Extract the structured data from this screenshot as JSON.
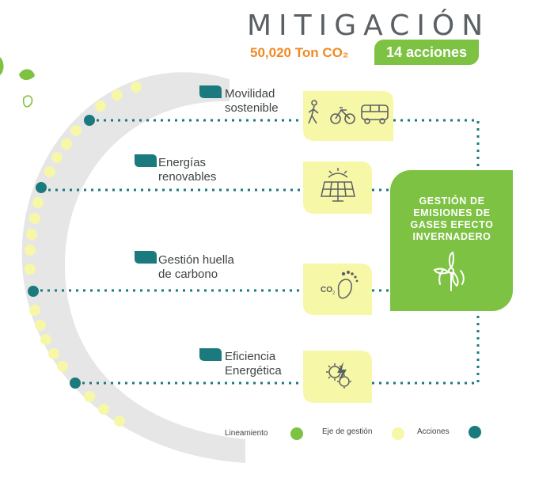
{
  "title": "MITIGACIÓN",
  "emissions": "50,020 Ton CO₂",
  "actions_count": "14 acciones",
  "lines": [
    {
      "l1": "Movilidad",
      "l2": "sostenible",
      "icon": "mobility-icons"
    },
    {
      "l1": "Energías",
      "l2": "renovables",
      "icon": "solar-panel-icon"
    },
    {
      "l1": "Gestión huella",
      "l2": "de carbono",
      "icon": "co2-footprint-icon"
    },
    {
      "l1": "Eficiencia",
      "l2": "Energética",
      "icon": "energy-gear-icon"
    }
  ],
  "gestion": {
    "title": "GESTIÓN DE EMISIONES DE GASES EFECTO INVERNADERO",
    "icon": "wind-turbine-icon"
  },
  "legend": [
    {
      "label": "Lineamiento",
      "color": "#7dc243"
    },
    {
      "label": "Eje de gestión",
      "color": "#f7f7a8"
    },
    {
      "label": "Acciones",
      "color": "#1b7a7e"
    }
  ],
  "colors": {
    "green": "#7dc243",
    "yellow": "#f7f7a8",
    "teal": "#1b7a7e",
    "orange": "#f08a24",
    "gray": "#e6e6e6"
  }
}
